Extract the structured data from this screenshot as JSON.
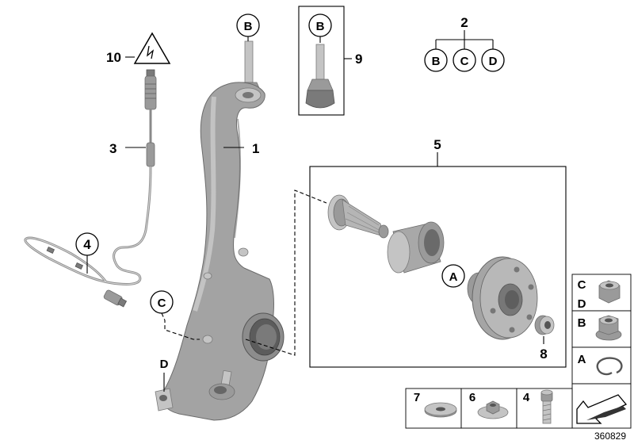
{
  "callouts": {
    "b_top": "B",
    "b_inset": "B",
    "c_left": "C",
    "d_left": "D",
    "a_hub": "A",
    "kit_b": "B",
    "kit_c": "C",
    "kit_d": "D"
  },
  "part_numbers": {
    "p1": "1",
    "p2": "2",
    "p3": "3",
    "p4_sensor": "4",
    "p5": "5",
    "p8": "8",
    "p9": "9",
    "p10": "10"
  },
  "legend": {
    "row1_letter_c": "C",
    "row1_letter_d": "D",
    "row2_letter_b": "B",
    "row3_letter_a": "A",
    "bottom_7": "7",
    "bottom_6": "6",
    "bottom_4": "4"
  },
  "diagram_number": "360829"
}
